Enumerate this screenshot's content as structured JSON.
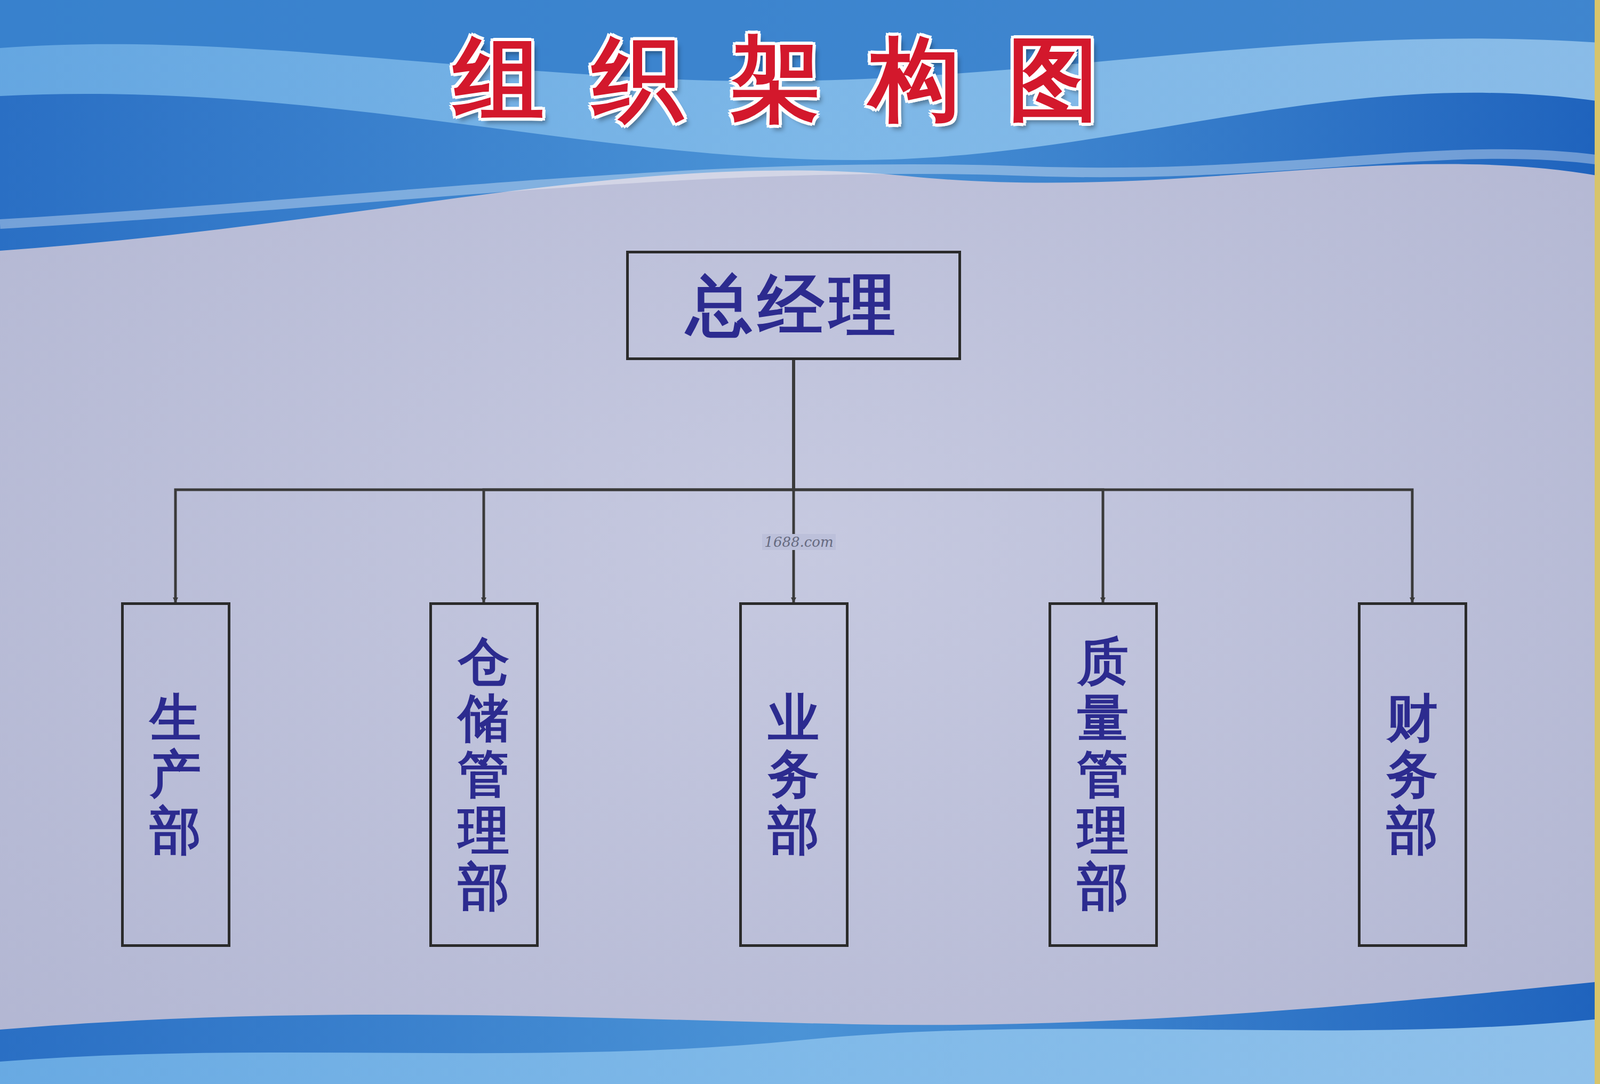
{
  "diagram": {
    "title": "组织架构图",
    "nodes": [
      {
        "text": [
          "总经理"
        ]
      },
      {
        "text": [
          "生产部"
        ]
      },
      {
        "text": [
          "仓储管理部"
        ]
      },
      {
        "text": [
          "业务部"
        ]
      },
      {
        "text": [
          "质量管理部"
        ]
      },
      {
        "text": [
          "财务部"
        ]
      }
    ],
    "edges": [
      {
        "from": 0,
        "to": 1,
        "arrow": "to"
      },
      {
        "from": 0,
        "to": 2,
        "arrow": "to"
      },
      {
        "from": 0,
        "to": 3,
        "arrow": "to"
      },
      {
        "from": 0,
        "to": 4,
        "arrow": "to"
      },
      {
        "from": 0,
        "to": 5,
        "arrow": "to"
      }
    ],
    "labels": [
      "1688.com"
    ]
  }
}
